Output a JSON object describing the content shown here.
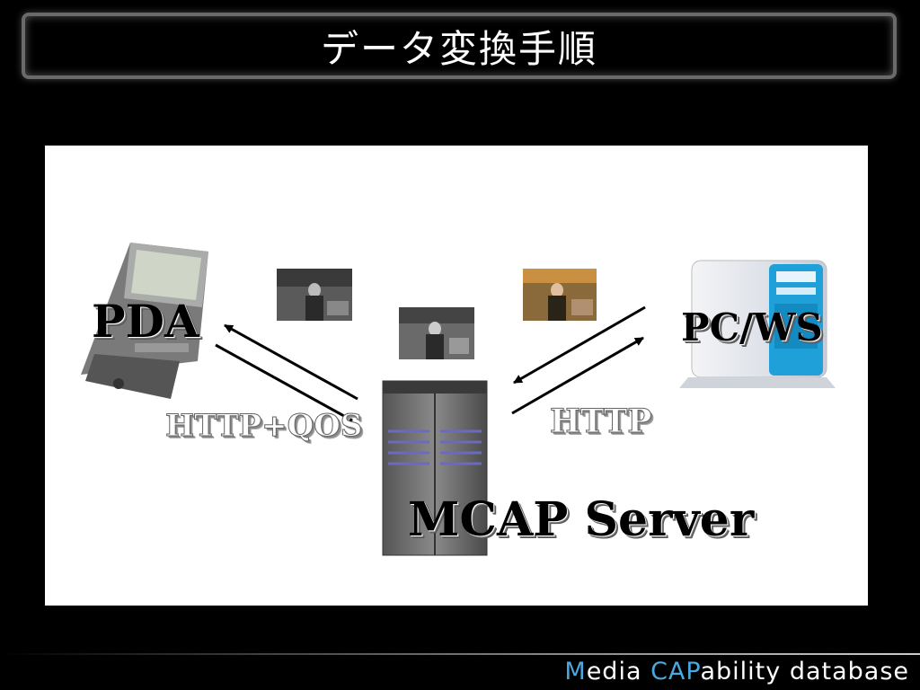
{
  "title": "データ変換手順",
  "nodes": {
    "pda": "PDA",
    "pcws": "PC/WS",
    "server": "MCAP Server"
  },
  "protocols": {
    "left": "HTTP+QOS",
    "right": "HTTP"
  },
  "footer": {
    "m": "M",
    "edia": "edia ",
    "cap": "CAP",
    "rest": "ability database"
  },
  "colors": {
    "background": "#000000",
    "panel": "#ffffff",
    "footer_accent": "#4aa8e0"
  }
}
